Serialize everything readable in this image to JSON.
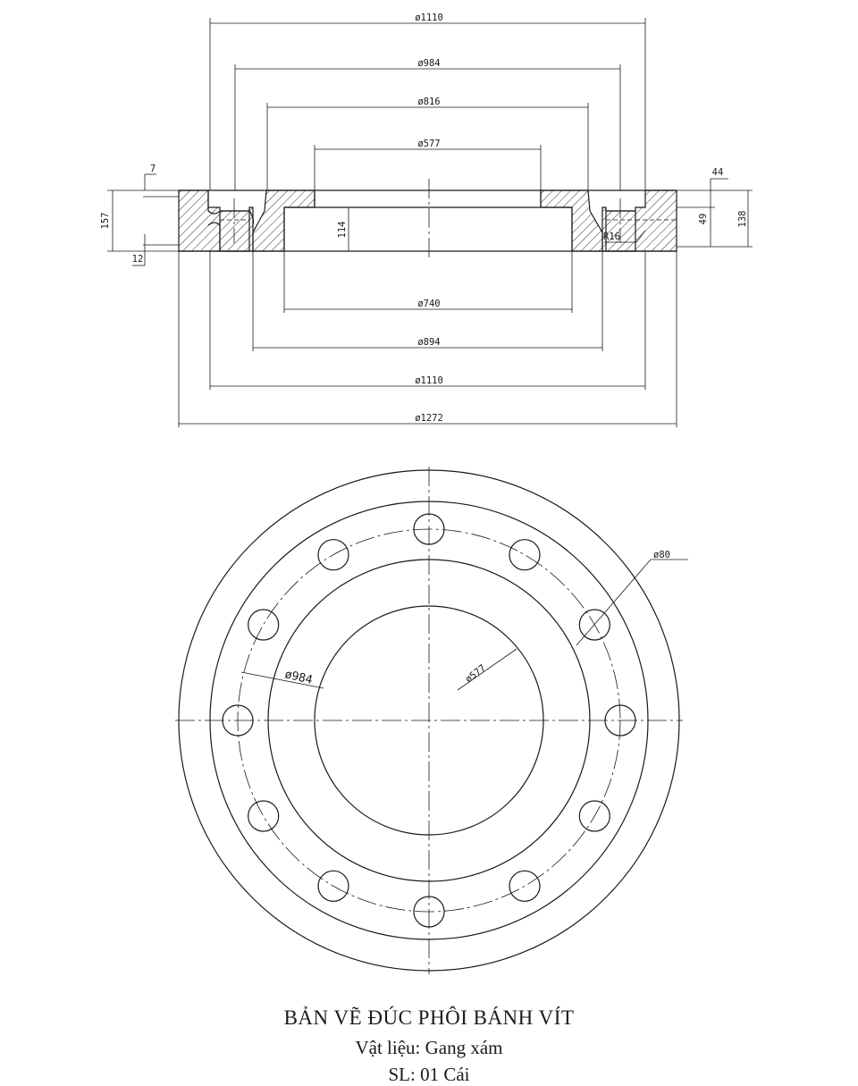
{
  "drawing": {
    "title": "BẢN VẼ ĐÚC PHÔI BÁNH VÍT",
    "material": "Vật liệu: Gang xám",
    "quantity": "SL: 01 Cái",
    "colors": {
      "ink": "#1a1a1a",
      "paper": "#ffffff"
    }
  },
  "section_view": {
    "top_dims": [
      "ø1110",
      "ø984",
      "ø816",
      "ø577"
    ],
    "bottom_dims": [
      "ø740",
      "ø894",
      "ø1110",
      "ø1272"
    ],
    "left_dims": {
      "height": "157",
      "top_step": "7",
      "bottom_step": "12"
    },
    "right_dims": {
      "top": "44",
      "mid": "49",
      "height": "138",
      "radius": "R16"
    },
    "bore_height": "114"
  },
  "plan_view": {
    "hole_dia": "ø80",
    "pcd": "ø984",
    "inner_dia": "ø577",
    "hole_count": 12
  }
}
